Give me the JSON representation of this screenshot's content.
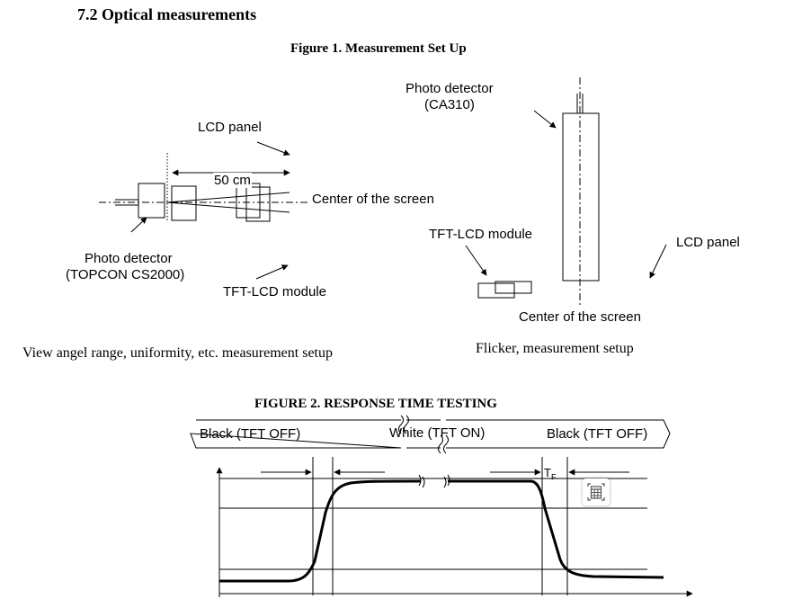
{
  "section": {
    "title": "7.2 Optical measurements"
  },
  "figure1": {
    "title": "Figure 1. Measurement Set Up",
    "left": {
      "lcd_panel": "LCD panel",
      "distance": "50 cm",
      "center": "Center of the screen",
      "photo_detector_line1": "Photo detector",
      "photo_detector_line2": "(TOPCON CS2000)",
      "tft_module": "TFT-LCD module",
      "caption": "View angel range, uniformity, etc. measurement setup"
    },
    "right": {
      "photo_detector_line1": "Photo detector",
      "photo_detector_line2": "(CA310)",
      "tft_module": "TFT-LCD module",
      "lcd_panel": "LCD panel",
      "center": "Center of the screen",
      "caption": "Flicker, measurement setup"
    }
  },
  "figure2": {
    "title": "FIGURE 2. RESPONSE TIME TESTING",
    "states": [
      "Black (TFT OFF)",
      "White (TFT ON)",
      "Black (TFT OFF)"
    ],
    "tf_label": "T",
    "tf_sub": "F"
  },
  "colors": {
    "ink": "#000000",
    "background": "#ffffff"
  },
  "icons": {
    "overlay": "calculator-icon"
  }
}
